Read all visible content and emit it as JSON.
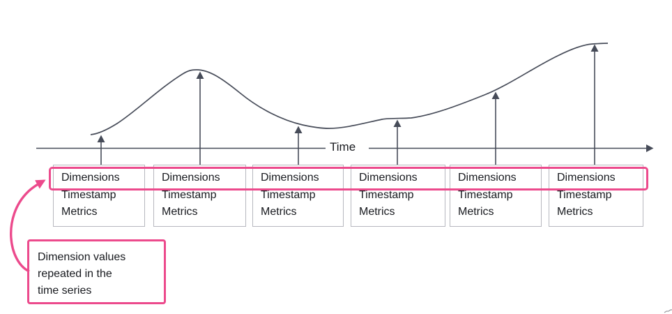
{
  "axis": {
    "label": "Time"
  },
  "records": [
    {
      "dimensions": "Dimensions",
      "timestamp": "Timestamp",
      "metrics": "Metrics"
    },
    {
      "dimensions": "Dimensions",
      "timestamp": "Timestamp",
      "metrics": "Metrics"
    },
    {
      "dimensions": "Dimensions",
      "timestamp": "Timestamp",
      "metrics": "Metrics"
    },
    {
      "dimensions": "Dimensions",
      "timestamp": "Timestamp",
      "metrics": "Metrics"
    },
    {
      "dimensions": "Dimensions",
      "timestamp": "Timestamp",
      "metrics": "Metrics"
    },
    {
      "dimensions": "Dimensions",
      "timestamp": "Timestamp",
      "metrics": "Metrics"
    }
  ],
  "callout": {
    "line1": "Dimension values",
    "line2": "repeated in the",
    "line3": "time series"
  },
  "colors": {
    "accent_pink": "#EC4A8C",
    "line_dark": "#464B58",
    "box_border": "#B6B7BE",
    "text_dark": "#17191E"
  }
}
